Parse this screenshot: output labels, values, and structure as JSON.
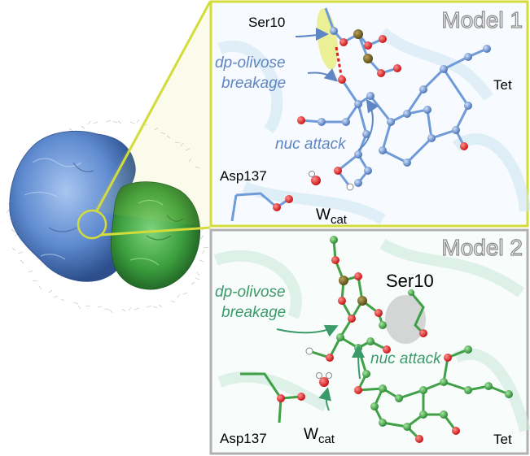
{
  "panel1": {
    "title": "Model 1",
    "residue_ser": "Ser10",
    "residue_asp": "Asp137",
    "ligand": "Tet",
    "water_main": "W",
    "water_sub": "cat",
    "annotation_breakage_line1": "dp-olivose",
    "annotation_breakage_line2": "breakage",
    "annotation_attack": "nuc attack",
    "border_color": "#d4dc3c",
    "annotation_color": "#5f86c4"
  },
  "panel2": {
    "title": "Model 2",
    "residue_ser": "Ser10",
    "residue_asp": "Asp137",
    "ligand": "Tet",
    "water_main": "W",
    "water_sub": "cat",
    "annotation_breakage_line1": "dp-olivose",
    "annotation_breakage_line2": "breakage",
    "annotation_attack": "nuc attack",
    "border_color": "#b0b0b0",
    "annotation_color": "#3a9a6a"
  },
  "colors": {
    "protein_blue": "#6f9bd8",
    "protein_green": "#3fa046",
    "highlight_yellow": "#d4dc3c"
  }
}
